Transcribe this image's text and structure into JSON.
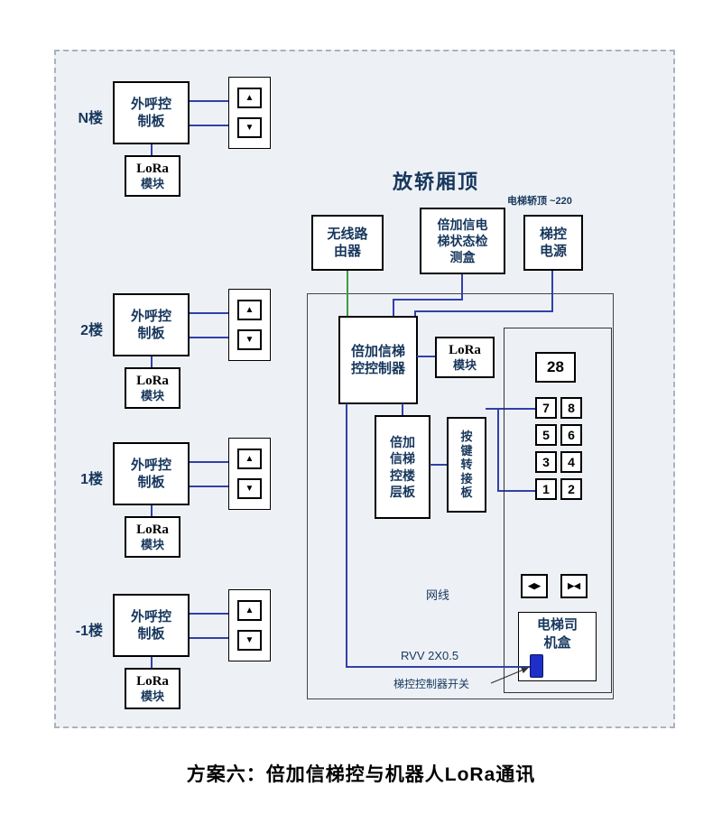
{
  "title": "方案六：倍加信梯控与机器人LoRa通讯",
  "floors": [
    {
      "label": "N楼"
    },
    {
      "label": "2楼"
    },
    {
      "label": "1楼"
    },
    {
      "label": "-1楼"
    }
  ],
  "floor_unit": {
    "call_board": "外呼控\n制板",
    "lora_en": "LoRa",
    "lora_cn": "模块",
    "up_icon": "▲",
    "down_icon": "▼"
  },
  "cartop": {
    "area_title": "放轿厢顶",
    "power_note": "电梯轿顶 ~220",
    "router": "无线路\n由器",
    "detector": "倍加信电\n梯状态检\n测盒",
    "power": "梯控\n电源",
    "controller": "倍加信梯\n控控制器",
    "lora_en": "LoRa",
    "lora_cn": "模块",
    "floor_board": "倍加\n信梯\n控楼\n层板",
    "key_adapter": "按\n键\n转\n接\n板",
    "display": "28",
    "buttons": [
      "7",
      "8",
      "5",
      "6",
      "3",
      "4",
      "1",
      "2"
    ],
    "door_open_icon": "◀▶",
    "door_close_icon": "▶◀",
    "driver_box": "电梯司\n机盒",
    "net_label": "网线",
    "rvv_label": "RVV 2X0.5",
    "switch_label": "梯控控制器开关"
  },
  "colors": {
    "line_blue": "#3240a8",
    "line_green": "#3f9b3f",
    "text_navy": "#16365c",
    "switch_blue": "#1e2ec8"
  }
}
